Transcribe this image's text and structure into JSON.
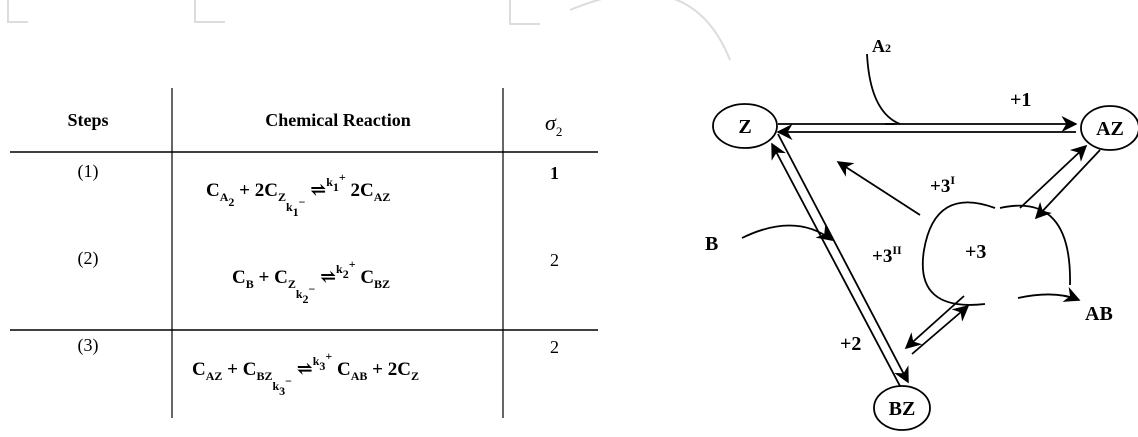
{
  "table": {
    "headers": {
      "steps": "Steps",
      "reaction": "Chemical Reaction",
      "sigma": "σ",
      "sigma_sub": "2"
    },
    "rows": [
      {
        "step": "(1)",
        "sigma": "1",
        "lhs": [
          {
            "t": "C"
          },
          {
            "sub": "A"
          },
          {
            "subsub": "2"
          },
          {
            "t": " + 2C"
          },
          {
            "sub": "Z"
          }
        ],
        "k_minus": "k",
        "k_minus_sub": "1",
        "k_minus_sup": "−",
        "k_plus": "k",
        "k_plus_sub": "1",
        "k_plus_sup": "+",
        "rhs": [
          {
            "t": "2C"
          },
          {
            "sub": "AZ"
          }
        ]
      },
      {
        "step": "(2)",
        "sigma": "2",
        "lhs": [
          {
            "t": "C"
          },
          {
            "sub": "B"
          },
          {
            "t": " + C"
          },
          {
            "sub": "Z"
          }
        ],
        "k_minus": "k",
        "k_minus_sub": "2",
        "k_minus_sup": "−",
        "k_plus": "k",
        "k_plus_sub": "2",
        "k_plus_sup": "+",
        "rhs": [
          {
            "t": "C"
          },
          {
            "sub": "BZ"
          }
        ]
      },
      {
        "step": "(3)",
        "sigma": "2",
        "lhs": [
          {
            "t": "C"
          },
          {
            "sub": "AZ"
          },
          {
            "t": " + C"
          },
          {
            "sub": "BZ"
          }
        ],
        "k_minus": "k",
        "k_minus_sub": "3",
        "k_minus_sup": "−",
        "k_plus": "k",
        "k_plus_sub": "3",
        "k_plus_sup": "+",
        "rhs": [
          {
            "t": "C"
          },
          {
            "sub": "AB"
          },
          {
            "t": " + 2C"
          },
          {
            "sub": "Z"
          }
        ]
      }
    ]
  },
  "diagram": {
    "nodes": {
      "z": "Z",
      "az": "AZ",
      "bz": "BZ"
    },
    "inputs": {
      "a2": "A",
      "a2_sub": "2",
      "b": "B"
    },
    "output": {
      "ab": "AB"
    },
    "labels": {
      "plus1": "+1",
      "plus2": "+2",
      "plus3": "+3",
      "plus3_i": "+3",
      "plus3_i_sup": "I",
      "plus3_ii": "+3",
      "plus3_ii_sup": "II"
    }
  }
}
